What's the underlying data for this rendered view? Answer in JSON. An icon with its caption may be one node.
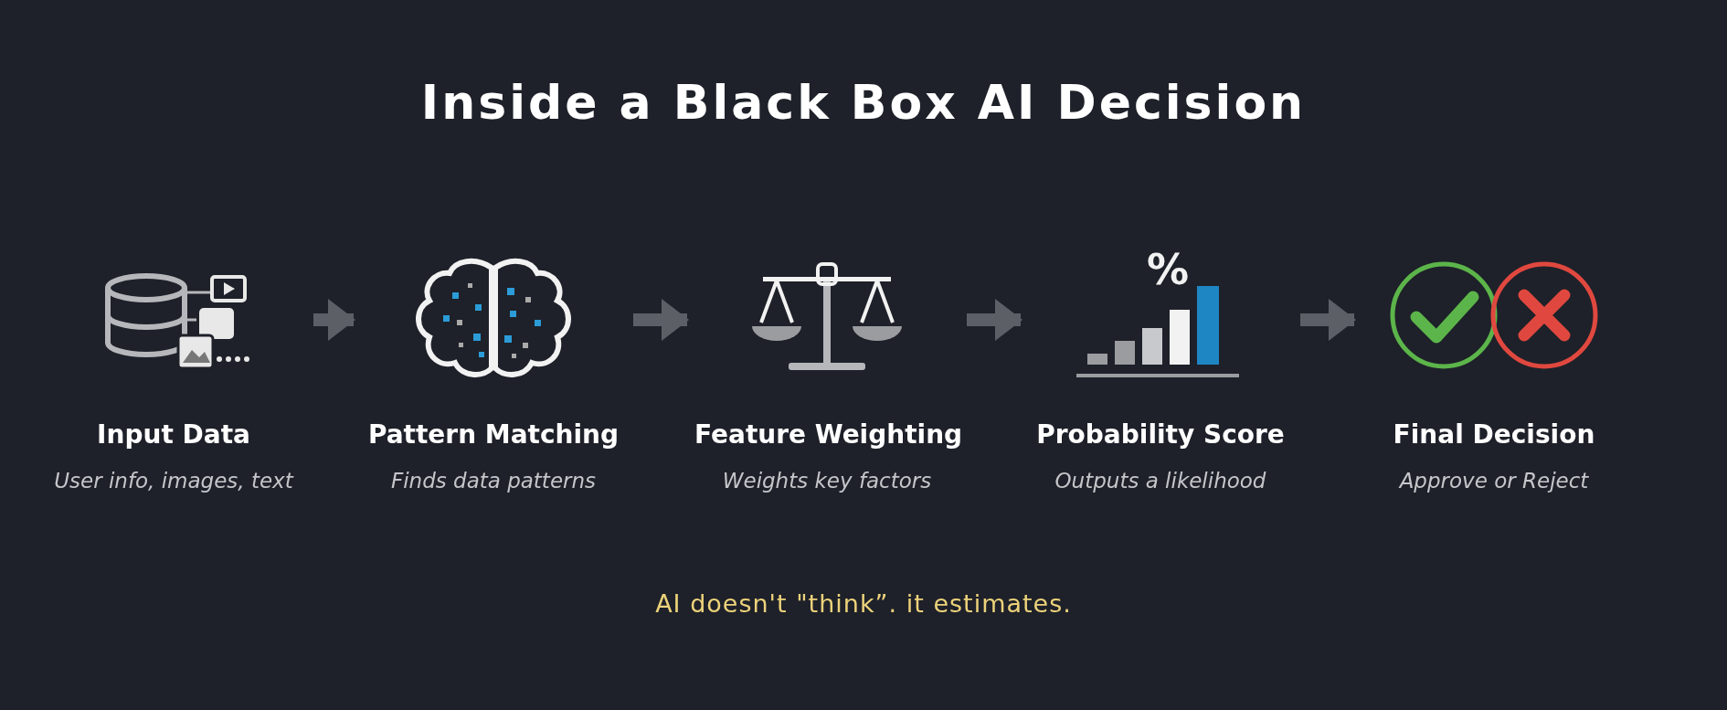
{
  "diagram": {
    "title": "Inside a Black Box AI Decision",
    "nodes": [
      {
        "text": [
          "Input Data",
          "User info, images, text"
        ]
      },
      {
        "text": [
          "Pattern Matching",
          "Finds data patterns"
        ]
      },
      {
        "text": [
          "Feature Weighting",
          "Weights key factors"
        ]
      },
      {
        "text": [
          "Probability Score",
          "Outputs a likelihood"
        ]
      },
      {
        "text": [
          "Final Decision",
          "Approve or Reject"
        ]
      }
    ],
    "edges": [
      {
        "from": 0,
        "to": 1,
        "arrow": "to"
      },
      {
        "from": 1,
        "to": 2,
        "arrow": "to"
      },
      {
        "from": 2,
        "to": 3,
        "arrow": "to"
      },
      {
        "from": 3,
        "to": 4,
        "arrow": "to"
      }
    ],
    "labels": [
      "%"
    ],
    "caption": "AI doesn't \"think”. it estimates."
  }
}
